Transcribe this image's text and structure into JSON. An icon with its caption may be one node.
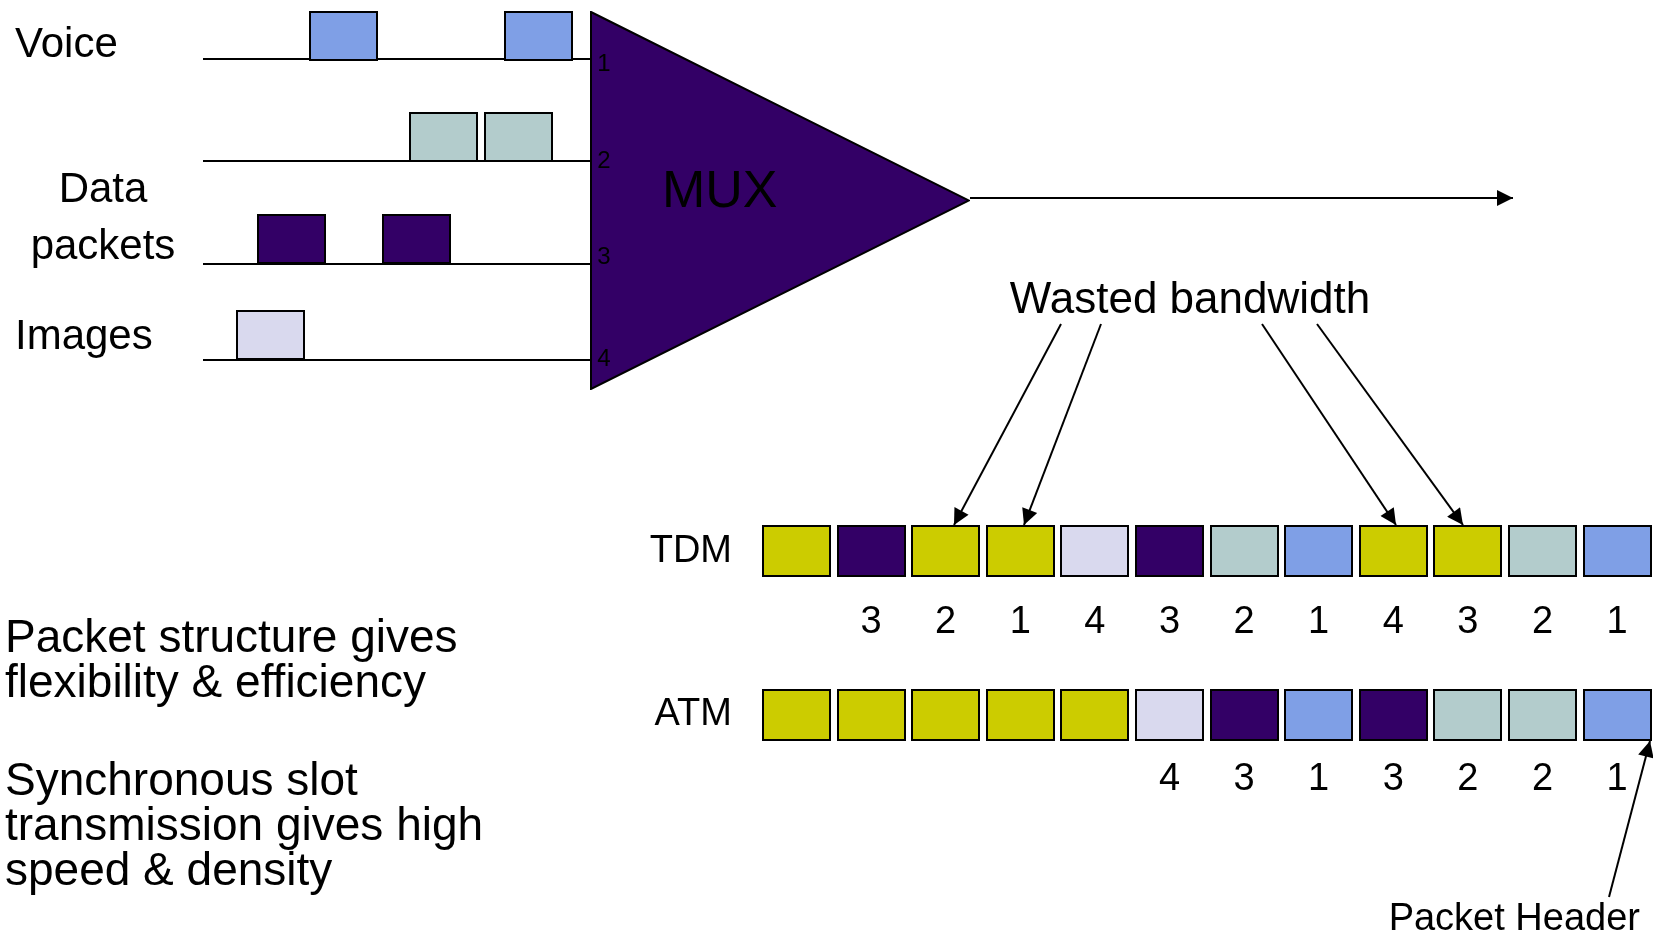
{
  "diagram": {
    "nodes": [
      {
        "text": [
          "MUX"
        ]
      },
      {
        "text": [],
        "shape": "box"
      },
      {
        "text": [],
        "shape": "box"
      },
      {
        "text": [],
        "shape": "box"
      },
      {
        "text": [],
        "shape": "box"
      },
      {
        "text": [],
        "shape": "box"
      },
      {
        "text": [],
        "shape": "box"
      },
      {
        "text": [],
        "shape": "box"
      },
      {
        "text": [
          "Wasted bandwidth"
        ]
      },
      {
        "text": [],
        "shape": "box"
      },
      {
        "text": [],
        "shape": "box"
      },
      {
        "text": [],
        "shape": "box"
      },
      {
        "text": [],
        "shape": "box"
      },
      {
        "text": [],
        "shape": "box"
      },
      {
        "text": [],
        "shape": "box"
      },
      {
        "text": [],
        "shape": "box"
      },
      {
        "text": [],
        "shape": "box"
      },
      {
        "text": [],
        "shape": "box"
      },
      {
        "text": [],
        "shape": "box"
      },
      {
        "text": [],
        "shape": "box"
      },
      {
        "text": [],
        "shape": "box"
      },
      {
        "text": [],
        "shape": "box"
      },
      {
        "text": [],
        "shape": "box"
      },
      {
        "text": [],
        "shape": "box"
      },
      {
        "text": [],
        "shape": "box"
      },
      {
        "text": [],
        "shape": "box"
      },
      {
        "text": [],
        "shape": "box"
      },
      {
        "text": [],
        "shape": "box"
      },
      {
        "text": [],
        "shape": "box"
      },
      {
        "text": [],
        "shape": "box"
      },
      {
        "text": [],
        "shape": "box"
      },
      {
        "text": [],
        "shape": "box"
      },
      {
        "text": [],
        "shape": "box"
      },
      {
        "text": [
          "Packet Header"
        ]
      }
    ],
    "edges": [
      {
        "from": null,
        "to": 0,
        "arrow": "none"
      },
      {
        "from": null,
        "to": 0,
        "arrow": "none"
      },
      {
        "from": null,
        "to": 0,
        "arrow": "none"
      },
      {
        "from": null,
        "to": 0,
        "arrow": "none"
      },
      {
        "from": 0,
        "to": null,
        "arrow": "to"
      },
      {
        "from": 8,
        "to": 11,
        "arrow": "to"
      },
      {
        "from": 8,
        "to": 12,
        "arrow": "to"
      },
      {
        "from": 8,
        "to": 17,
        "arrow": "to"
      },
      {
        "from": 8,
        "to": 18,
        "arrow": "to"
      },
      {
        "from": 33,
        "to": 32,
        "arrow": "to"
      }
    ],
    "labels": [
      "Voice",
      "1",
      "2",
      "Data packets",
      "3",
      "Images",
      "4",
      "TDM",
      "3",
      "2",
      "1",
      "4",
      "3",
      "2",
      "1",
      "4",
      "3",
      "2",
      "1",
      "Packet structure gives flexibility & efficiency",
      "ATM",
      "4",
      "3",
      "1",
      "3",
      "2",
      "2",
      "1",
      "Synchronous slot transmission gives high speed & density"
    ]
  }
}
